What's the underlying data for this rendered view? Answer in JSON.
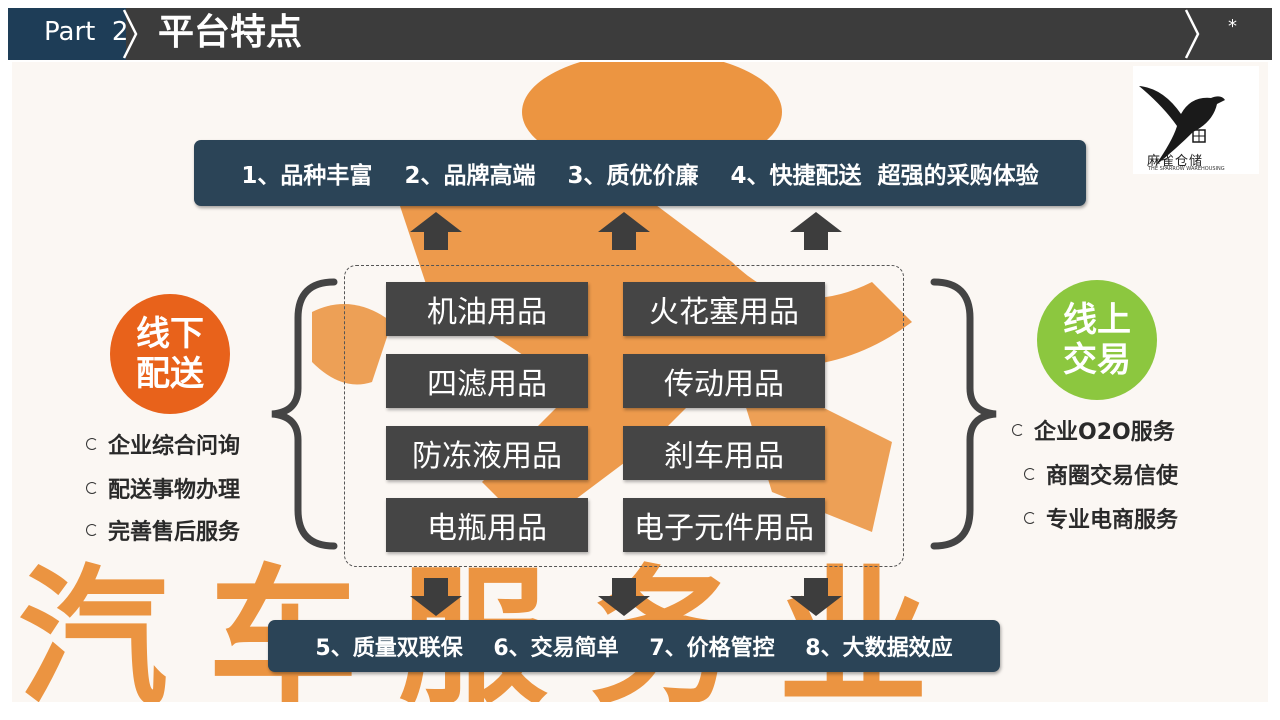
{
  "header": {
    "part_label": "Part  2",
    "title": "平台特点",
    "star": "*"
  },
  "top_banner": {
    "items": [
      "1、品种丰富",
      "2、品牌高端",
      "3、质优价廉",
      "4、快捷配送",
      "超强的采购体验"
    ]
  },
  "bottom_banner": {
    "items": [
      "5、质量双联保",
      "6、交易简单",
      "7、价格管控",
      "8、大数据效应"
    ]
  },
  "products": [
    "机油用品",
    "火花塞用品",
    "四滤用品",
    "传动用品",
    "防冻液用品",
    "刹车用品",
    "电瓶用品",
    "电子元件用品"
  ],
  "offline": {
    "line1": "线下",
    "line2": "配送",
    "bullets": [
      "企业综合问询",
      "配送事物办理",
      "完善售后服务"
    ]
  },
  "online": {
    "line1": "线上",
    "line2": "交易",
    "bullets": [
      "企业O2O服务",
      "商圈交易信使",
      "专业电商服务"
    ]
  },
  "background_text": "汽车服务业",
  "logo": {
    "name": "麻雀仓储",
    "sub": "THE SPARROW WAREHOUSING"
  },
  "colors": {
    "header": "#3c3c3c",
    "part_block": "#1e3d57",
    "banner": "#2b4457",
    "product_box": "#454545",
    "offline": "#e8621b",
    "online": "#8cc73f",
    "background_art": "#e8862a"
  }
}
